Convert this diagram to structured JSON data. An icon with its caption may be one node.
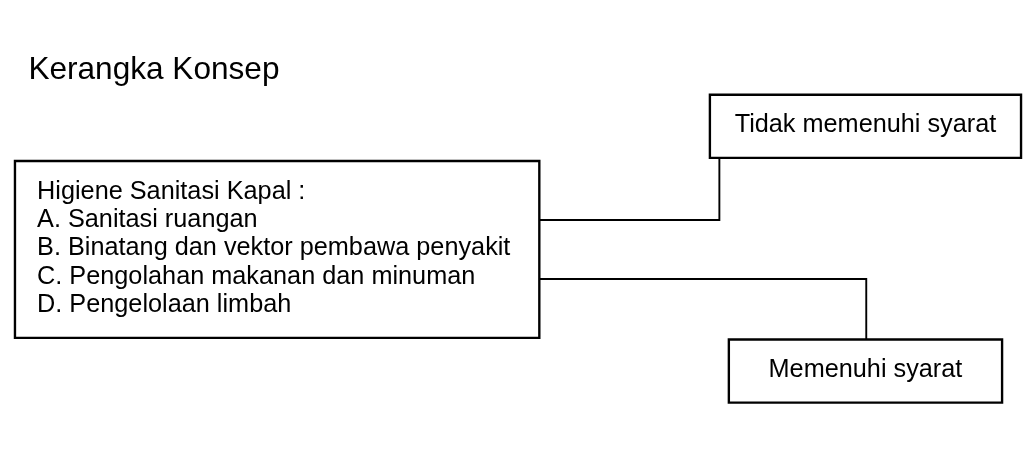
{
  "diagram": {
    "title": "Kerangka Konsep",
    "nodes": [
      {
        "text": [
          "Higiene Sanitasi Kapal :",
          "A. Sanitasi ruangan",
          "B. Binatang dan vektor pembawa penyakit",
          "C. Pengolahan makanan dan minuman",
          "D. Pengelolaan limbah"
        ]
      },
      {
        "text": [
          "Tidak memenuhi syarat"
        ]
      },
      {
        "text": [
          "Memenuhi syarat"
        ]
      }
    ],
    "edges": [
      {
        "from": 0,
        "to": 1,
        "arrow": "none"
      },
      {
        "from": 0,
        "to": 2,
        "arrow": "none"
      }
    ]
  }
}
